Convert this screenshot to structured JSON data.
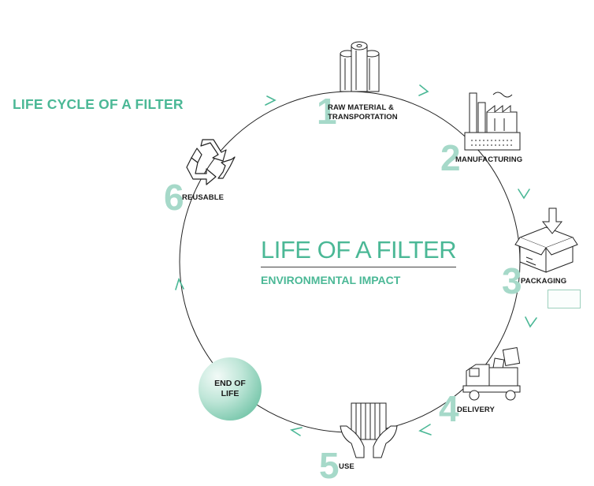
{
  "header": {
    "title": "LIFE CYCLE OF A FILTER"
  },
  "center": {
    "title": "LIFE OF A FILTER",
    "subtitle": "ENVIRONMENTAL IMPACT"
  },
  "stages": [
    {
      "number": "1",
      "label_line1": "RAW MATERIAL &",
      "label_line2": "TRANSPORTATION",
      "icon": "paper-rolls-icon"
    },
    {
      "number": "2",
      "label_line1": "MANUFACTURING",
      "icon": "factory-icon"
    },
    {
      "number": "3",
      "label_line1": "PACKAGING",
      "icon": "box-icon"
    },
    {
      "number": "4",
      "label_line1": "DELIVERY",
      "icon": "truck-icon"
    },
    {
      "number": "5",
      "label_line1": "USE",
      "icon": "hands-filter-icon"
    },
    {
      "number": "6",
      "label_line1": "REUSABLE",
      "icon": "recycle-icon"
    }
  ],
  "end_of_life": {
    "line1": "END OF",
    "line2": "LIFE"
  },
  "colors": {
    "accent": "#4bb896",
    "number": "#a6d9c9",
    "line": "#222222"
  }
}
